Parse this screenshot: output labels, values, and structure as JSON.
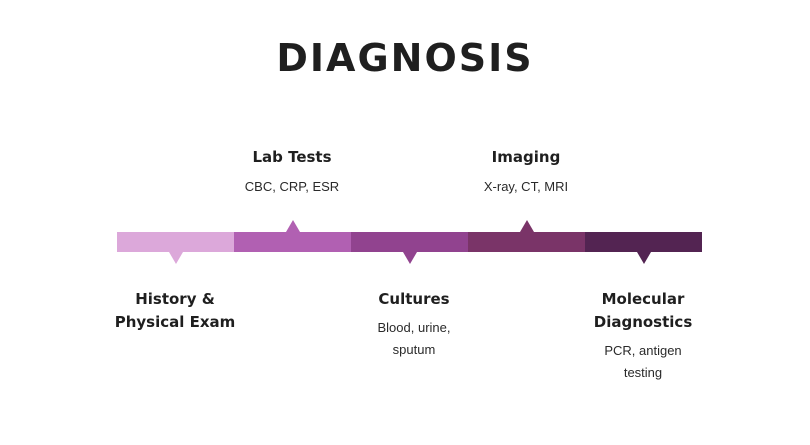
{
  "title": "DIAGNOSIS",
  "stages": [
    {
      "heading": "History &\nPhysical Exam",
      "detail": "",
      "color": "#dca8da",
      "marker": "down"
    },
    {
      "heading": "Lab Tests",
      "detail": "CBC, CRP, ESR",
      "color": "#b160b2",
      "marker": "up"
    },
    {
      "heading": "Cultures",
      "detail": "Blood, urine,\nsputum",
      "color": "#91438f",
      "marker": "down"
    },
    {
      "heading": "Imaging",
      "detail": "X-ray, CT, MRI",
      "color": "#7a3468",
      "marker": "up"
    },
    {
      "heading": "Molecular\nDiagnostics",
      "detail": "PCR, antigen\ntesting",
      "color": "#532452",
      "marker": "down"
    }
  ]
}
